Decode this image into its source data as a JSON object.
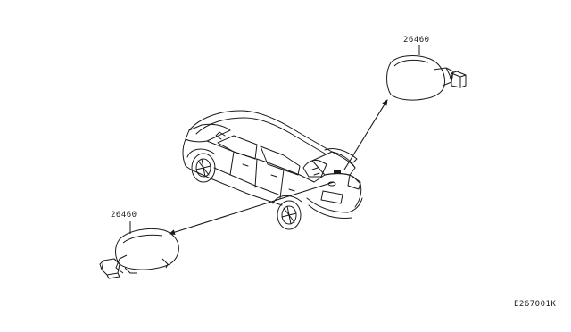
{
  "diagram": {
    "callouts": [
      {
        "part_number": "26460"
      },
      {
        "part_number": "26460"
      }
    ],
    "diagram_code": "E267001K"
  }
}
